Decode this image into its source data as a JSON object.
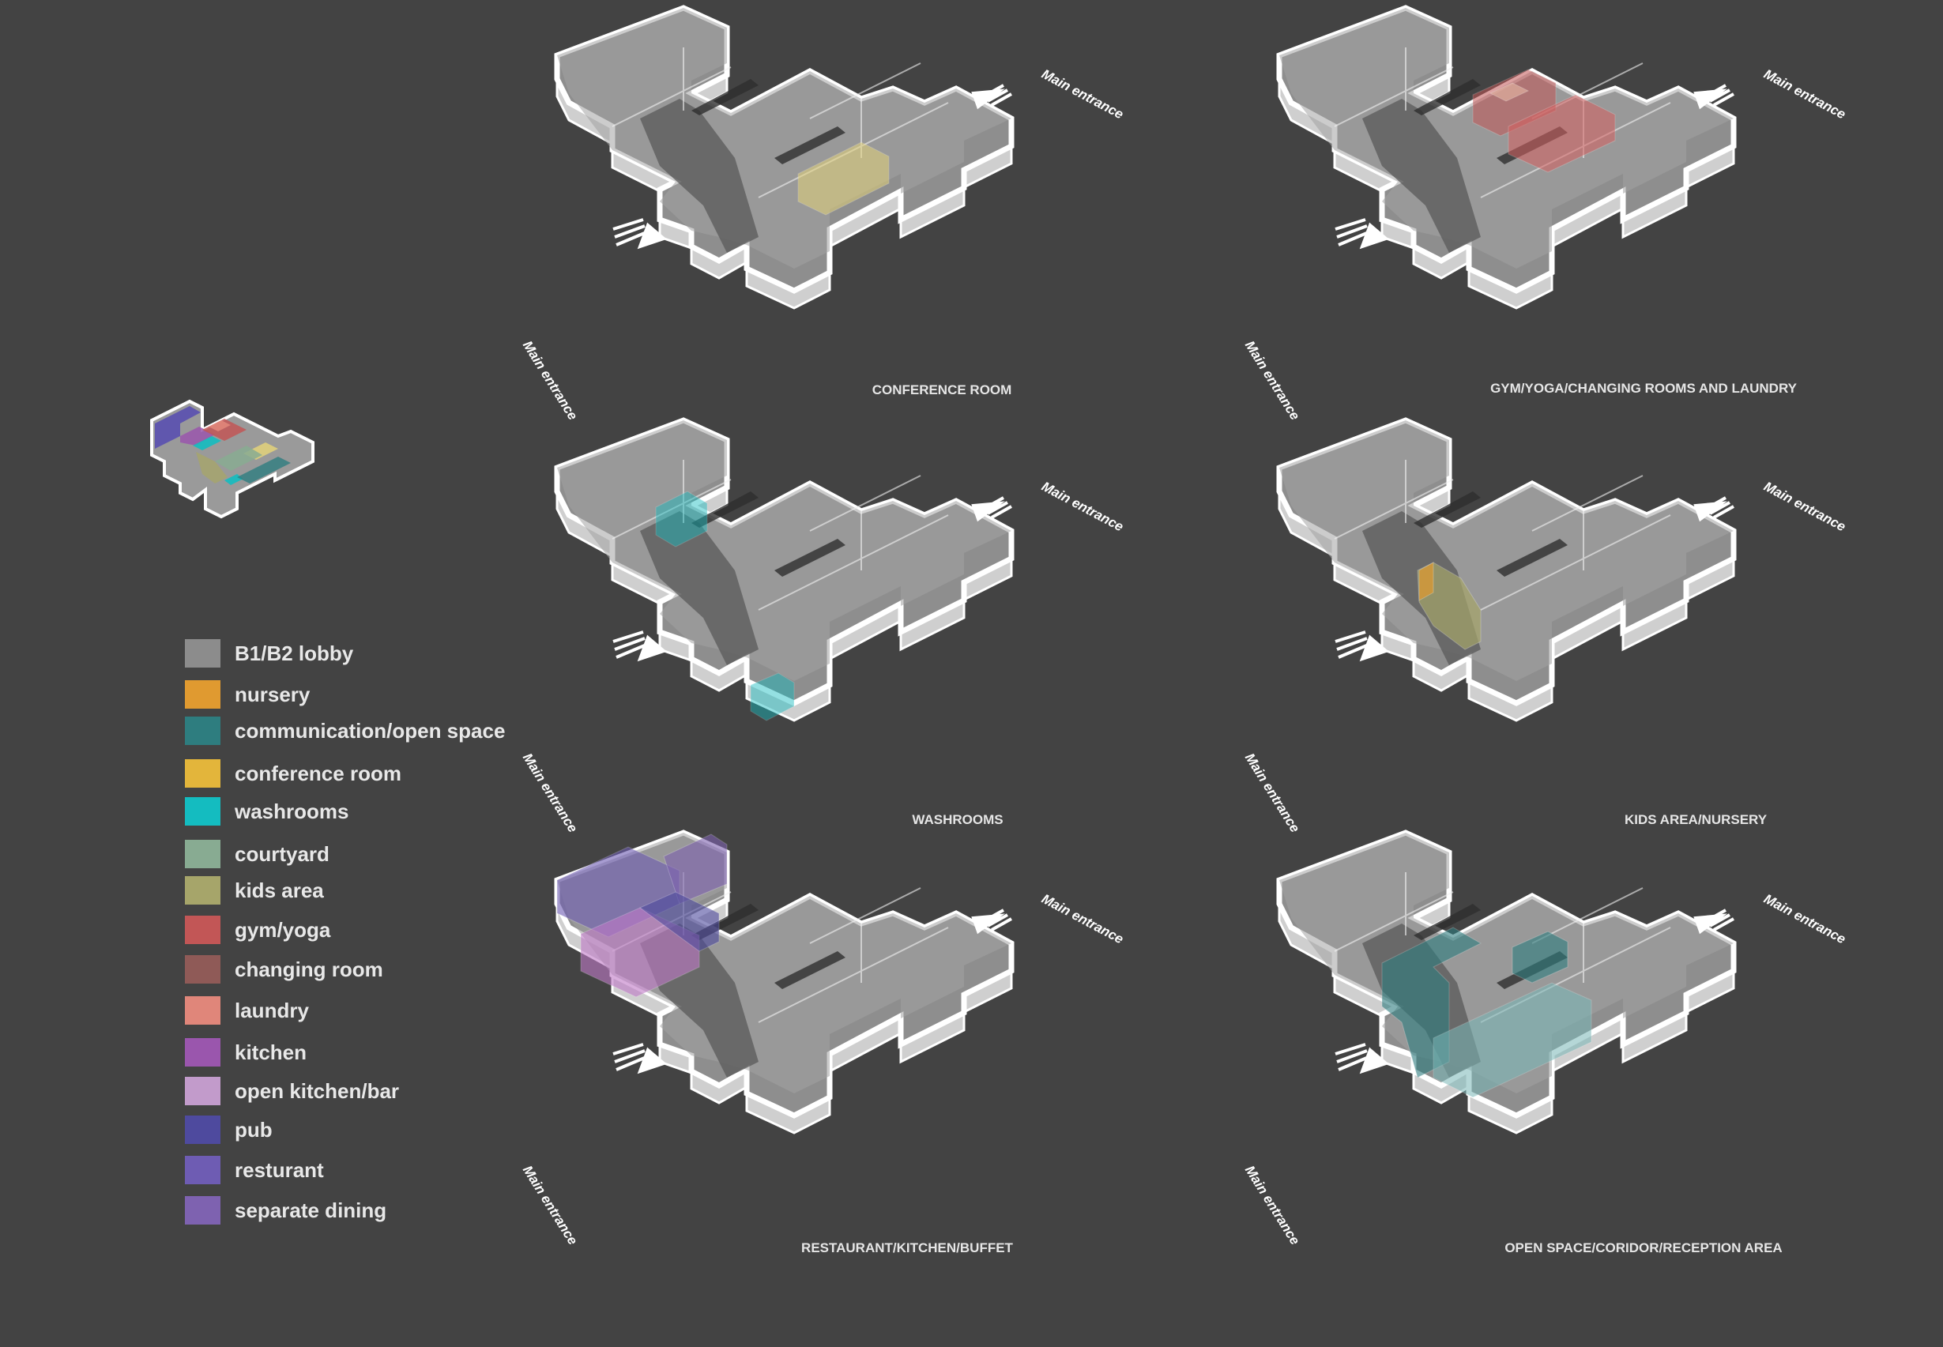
{
  "legend": [
    {
      "label": "B1/B2 lobby",
      "color": "#8c8c8c"
    },
    {
      "label": "nursery",
      "color": "#e09a30"
    },
    {
      "label": "communication/open space",
      "color": "#2e7d7f"
    },
    {
      "label": "conference room",
      "color": "#e3b53b"
    },
    {
      "label": "washrooms",
      "color": "#14bcc0"
    },
    {
      "label": "courtyard",
      "color": "#88ab92"
    },
    {
      "label": "kids area",
      "color": "#a6a56a"
    },
    {
      "label": "gym/yoga",
      "color": "#c25656"
    },
    {
      "label": "changing room",
      "color": "#8f5a57"
    },
    {
      "label": "laundry",
      "color": "#e0867a"
    },
    {
      "label": "kitchen",
      "color": "#9a56ad"
    },
    {
      "label": "open kitchen/bar",
      "color": "#c29bcb"
    },
    {
      "label": "pub",
      "color": "#4e4a9e"
    },
    {
      "label": "resturant",
      "color": "#6e5cb3"
    },
    {
      "label": "separate dining",
      "color": "#7e62b0"
    }
  ],
  "panels": [
    {
      "caption": "CONFERENCE ROOM",
      "entrance_label": "Main entrance"
    },
    {
      "caption": "GYM/YOGA/CHANGING ROOMS AND LAUNDRY",
      "entrance_label": "Main entrance"
    },
    {
      "caption": "WASHROOMS",
      "entrance_label": "Main entrance"
    },
    {
      "caption": "KIDS AREA/NURSERY",
      "entrance_label": "Main entrance"
    },
    {
      "caption": "RESTAURANT/KITCHEN/BUFFET",
      "entrance_label": "Main entrance"
    },
    {
      "caption": "OPEN SPACE/CORIDOR/RECEPTION AREA",
      "entrance_label": "Main entrance"
    }
  ],
  "colors": {
    "background": "#434343",
    "building_wall": "#ffffff",
    "building_fill": "#8e8e8e",
    "building_shadow": "#5a5a5a"
  }
}
